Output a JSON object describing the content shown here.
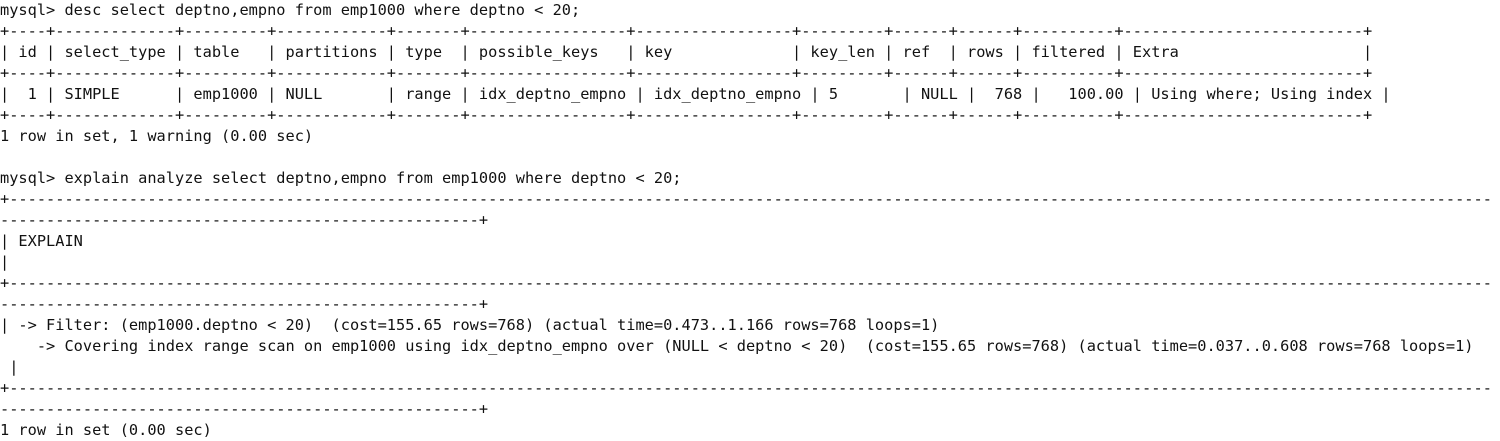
{
  "terminal": {
    "app": "mysql-client-terminal",
    "colors": {
      "background": "#ffffff",
      "foreground": "#111111"
    },
    "prompt": "mysql>",
    "commands": [
      "desc select deptno,empno from emp1000 where deptno < 20;",
      "explain analyze select deptno,empno from emp1000 where deptno < 20;"
    ],
    "lines": {
      "cmd1": "mysql> desc select deptno,empno from emp1000 where deptno < 20;",
      "t1_sep": "+----+-------------+---------+------------+-------+-----------------+-----------------+---------+------+------+----------+--------------------------+",
      "t1_header": "| id | select_type | table   | partitions | type  | possible_keys   | key             | key_len | ref  | rows | filtered | Extra                    |",
      "t1_row1": "|  1 | SIMPLE      | emp1000 | NULL       | range | idx_deptno_empno | idx_deptno_empno | 5       | NULL |  768 |   100.00 | Using where; Using index |",
      "status1": "1 row in set, 1 warning (0.00 sec)",
      "cmd2": "mysql> explain analyze select deptno,empno from emp1000 where deptno < 20;",
      "t2_sep": "+---------------------------------------------------------------------------------------------------------------------------------------------------------------------------------------------------------------------+",
      "t2_header": "| EXPLAIN                                                                                                                                                                                                               |",
      "t2_row1": "| -> Filter: (emp1000.deptno < 20)  (cost=155.65 rows=768) (actual time=0.473..1.166 rows=768 loops=1)",
      "t2_row2": "    -> Covering index range scan on emp1000 using idx_deptno_empno over (NULL < deptno < 20)  (cost=155.65 rows=768) (actual time=0.037..0.608 rows=768 loops=1)",
      "t2_row_close": " |",
      "status2": "1 row in set (0.00 sec)"
    },
    "explain_table": {
      "columns": [
        "id",
        "select_type",
        "table",
        "partitions",
        "type",
        "possible_keys",
        "key",
        "key_len",
        "ref",
        "rows",
        "filtered",
        "Extra"
      ],
      "rows": [
        {
          "id": "1",
          "select_type": "SIMPLE",
          "table": "emp1000",
          "partitions": "NULL",
          "type": "range",
          "possible_keys": "idx_deptno_empno",
          "key": "idx_deptno_empno",
          "key_len": "5",
          "ref": "NULL",
          "rows": "768",
          "filtered": "100.00",
          "extra": "Using where; Using index"
        }
      ]
    },
    "explain_analyze": {
      "column": "EXPLAIN",
      "plan": [
        {
          "node": "Filter",
          "predicate": "(emp1000.deptno < 20)",
          "cost": "155.65",
          "est_rows": "768",
          "actual_time": "0.473..1.166",
          "actual_rows": "768",
          "loops": "1"
        },
        {
          "node": "Covering index range scan",
          "table": "emp1000",
          "index": "idx_deptno_empno",
          "range": "(NULL < deptno < 20)",
          "cost": "155.65",
          "est_rows": "768",
          "actual_time": "0.037..0.608",
          "actual_rows": "768",
          "loops": "1"
        }
      ]
    }
  }
}
